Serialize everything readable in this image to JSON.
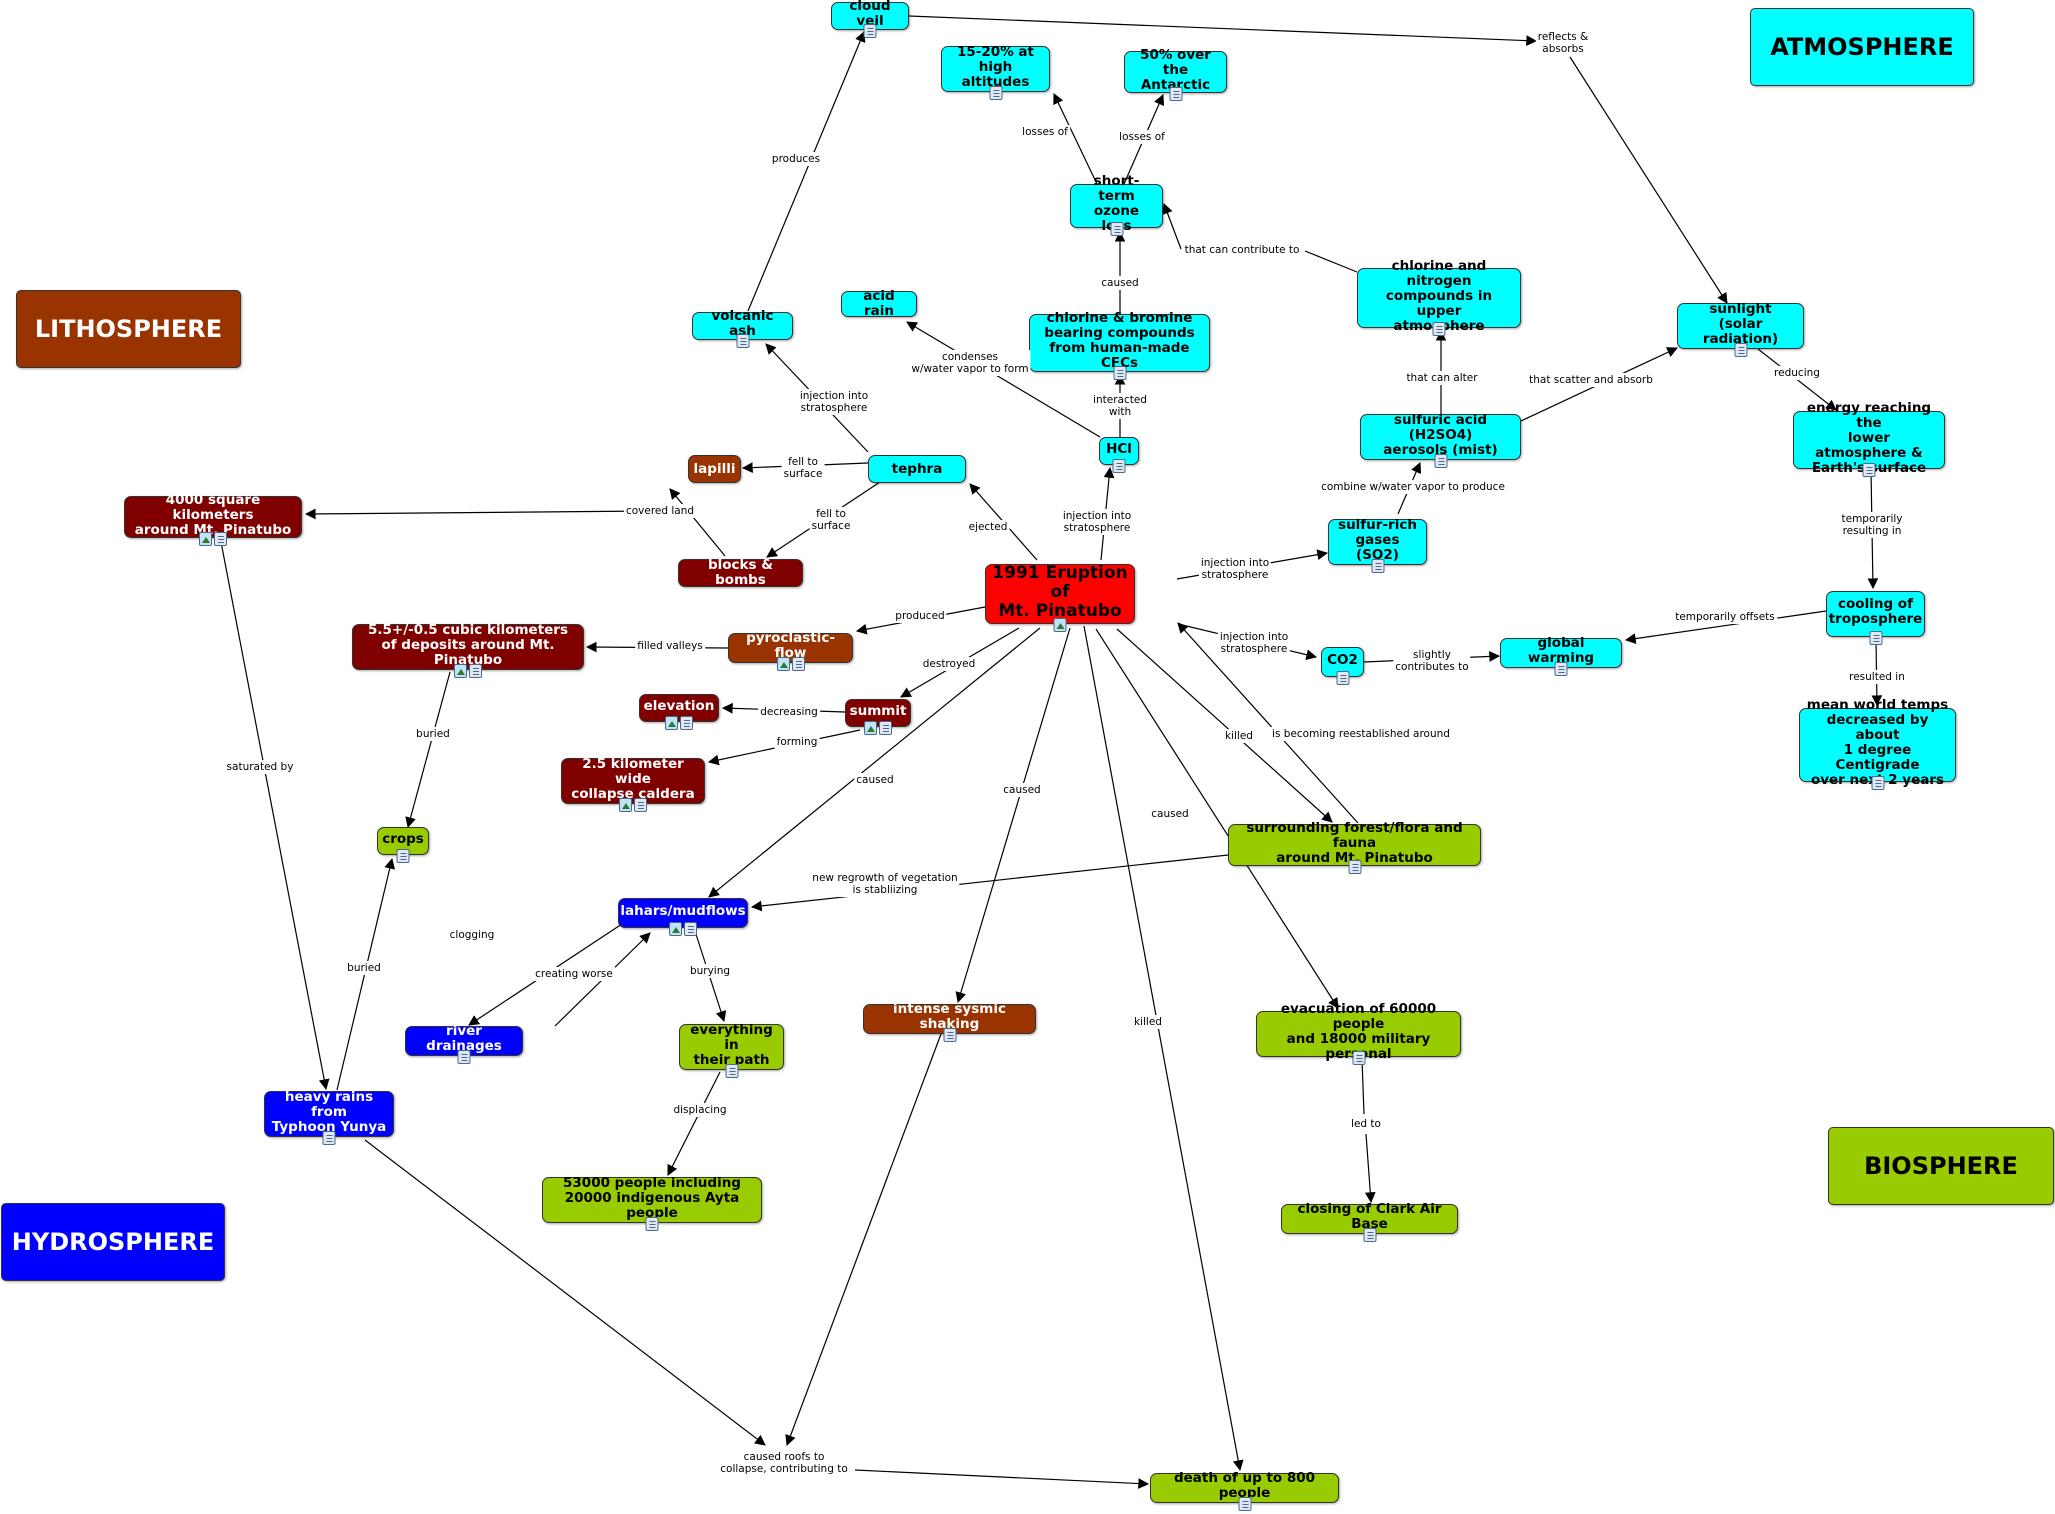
{
  "colors": {
    "atmosphere": "#00ffff",
    "lithosphere_dark": "#993300",
    "lithosphere_deep": "#800000",
    "hydrosphere": "#0000ff",
    "biosphere": "#99cc00",
    "eruption": "#ff0000",
    "link": "#000000"
  },
  "nodes": [
    {
      "id": "atmosphere",
      "text": "ATMOSPHERE",
      "style": "cyan sphere",
      "icons": []
    },
    {
      "id": "lithosphere",
      "text": "LITHOSPHERE",
      "style": "brown sphere",
      "icons": []
    },
    {
      "id": "hydrosphere",
      "text": "HYDROSPHERE",
      "style": "blue sphere",
      "icons": []
    },
    {
      "id": "biosphere",
      "text": "BIOSPHERE",
      "style": "green sphere",
      "icons": []
    },
    {
      "id": "cloud-veil",
      "text": "cloud veil",
      "style": "cyan",
      "icons": [
        "doc"
      ]
    },
    {
      "id": "high-altitudes",
      "text": "15-20% at\nhigh altitudes",
      "style": "cyan",
      "icons": [
        "doc"
      ]
    },
    {
      "id": "antarctic",
      "text": "50% over\nthe Antarctic",
      "style": "cyan",
      "icons": [
        "doc"
      ]
    },
    {
      "id": "ozone-loss",
      "text": "short-term\nozone loss",
      "style": "cyan",
      "icons": [
        "doc"
      ]
    },
    {
      "id": "acid-rain",
      "text": "acid rain",
      "style": "cyan",
      "icons": []
    },
    {
      "id": "volcanic-ash",
      "text": "volcanic ash",
      "style": "cyan",
      "icons": [
        "doc"
      ]
    },
    {
      "id": "cfcs",
      "text": "chlorine & bromine\nbearing compounds\nfrom human-made CFCs",
      "style": "cyan",
      "icons": [
        "doc"
      ]
    },
    {
      "id": "chlorine-nitrogen",
      "text": "chlorine and nitrogen\ncompounds in upper\natmosphere",
      "style": "cyan",
      "icons": [
        "doc"
      ]
    },
    {
      "id": "sunlight",
      "text": "sunlight\n(solar radiation)",
      "style": "cyan",
      "icons": [
        "doc"
      ]
    },
    {
      "id": "energy",
      "text": "energy reaching the\nlower atmosphere &\nEarth's surface",
      "style": "cyan",
      "icons": [
        "doc"
      ]
    },
    {
      "id": "hcl",
      "text": "HCl",
      "style": "cyan",
      "icons": [
        "doc"
      ]
    },
    {
      "id": "sulfuric",
      "text": "sulfuric acid (H2SO4)\naerosols (mist)",
      "style": "cyan",
      "icons": [
        "doc"
      ]
    },
    {
      "id": "tephra",
      "text": "tephra",
      "style": "cyan",
      "icons": []
    },
    {
      "id": "sulfur",
      "text": "sulfur-rich\ngases (SO2)",
      "style": "cyan",
      "icons": [
        "doc"
      ]
    },
    {
      "id": "co2",
      "text": "CO2",
      "style": "cyan",
      "icons": [
        "doc"
      ]
    },
    {
      "id": "global-warming",
      "text": "global warming",
      "style": "cyan",
      "icons": [
        "doc"
      ]
    },
    {
      "id": "cooling",
      "text": "cooling of\ntroposphere",
      "style": "cyan",
      "icons": [
        "doc"
      ]
    },
    {
      "id": "mean-temps",
      "text": "mean world temps\ndecreased by about\n1 degree Centigrade\nover next 2 years",
      "style": "cyan",
      "icons": [
        "doc"
      ]
    },
    {
      "id": "lapilli",
      "text": "lapilli",
      "style": "brown",
      "icons": []
    },
    {
      "id": "blocks",
      "text": "blocks & bombs",
      "style": "maroon",
      "icons": []
    },
    {
      "id": "sq-km",
      "text": "4000 square kilometers\naround Mt. Pinatubo",
      "style": "maroon",
      "icons": [
        "img",
        "doc"
      ]
    },
    {
      "id": "eruption",
      "text": "1991 Eruption of\nMt. Pinatubo",
      "style": "red",
      "icons": [
        "img"
      ]
    },
    {
      "id": "cubic-km",
      "text": "5.5+/-0.5 cubic kilometers\nof deposits around Mt. Pinatubo",
      "style": "maroon",
      "icons": [
        "img",
        "doc"
      ]
    },
    {
      "id": "pyroclastic",
      "text": "pyroclastic-flow",
      "style": "brown",
      "icons": [
        "img",
        "doc"
      ]
    },
    {
      "id": "elevation",
      "text": "elevation",
      "style": "maroon",
      "icons": [
        "img",
        "doc"
      ]
    },
    {
      "id": "summit",
      "text": "summit",
      "style": "maroon",
      "icons": [
        "img",
        "doc"
      ]
    },
    {
      "id": "caldera",
      "text": "2.5 kilometer wide\ncollapse caldera",
      "style": "maroon",
      "icons": [
        "img",
        "doc"
      ]
    },
    {
      "id": "crops",
      "text": "crops",
      "style": "green",
      "icons": [
        "doc"
      ]
    },
    {
      "id": "forest",
      "text": "surrounding forest/flora and fauna\naround Mt. Pinatubo",
      "style": "green",
      "icons": [
        "doc"
      ]
    },
    {
      "id": "lahars",
      "text": "lahars/mudflows",
      "style": "blue",
      "icons": [
        "img",
        "doc"
      ]
    },
    {
      "id": "river",
      "text": "river drainages",
      "style": "blue",
      "icons": [
        "doc"
      ]
    },
    {
      "id": "everything",
      "text": "everything in\ntheir path",
      "style": "green",
      "icons": [
        "doc"
      ]
    },
    {
      "id": "shaking",
      "text": "intense sysmic shaking",
      "style": "brown",
      "icons": [
        "doc"
      ]
    },
    {
      "id": "evacuation",
      "text": "evacuation of 60000 people\nand 18000 military personal",
      "style": "green",
      "icons": [
        "doc"
      ]
    },
    {
      "id": "typhoon",
      "text": "heavy rains from\nTyphoon Yunya",
      "style": "blue",
      "icons": [
        "doc"
      ]
    },
    {
      "id": "people-53000",
      "text": "53000 people including\n20000 indigenous Ayta people",
      "style": "green",
      "icons": [
        "doc"
      ]
    },
    {
      "id": "clark",
      "text": "closing of Clark Air Base",
      "style": "green",
      "icons": [
        "doc"
      ]
    },
    {
      "id": "death",
      "text": "death of up to 800 people",
      "style": "green",
      "icons": [
        "doc"
      ]
    }
  ],
  "link_labels": [
    {
      "id": "produces",
      "text": "produces"
    },
    {
      "id": "reflects",
      "text": "reflects &\nabsorbs"
    },
    {
      "id": "losses1",
      "text": "losses of"
    },
    {
      "id": "losses2",
      "text": "losses of"
    },
    {
      "id": "contribute",
      "text": "that can contribute to"
    },
    {
      "id": "caused-ozone",
      "text": "caused"
    },
    {
      "id": "condenses",
      "text": "condenses\nw/water vapor to form"
    },
    {
      "id": "interacted",
      "text": "interacted\nwith"
    },
    {
      "id": "can-alter",
      "text": "that can alter"
    },
    {
      "id": "scatter",
      "text": "that scatter and absorb"
    },
    {
      "id": "reducing",
      "text": "reducing"
    },
    {
      "id": "inj-strat-ash",
      "text": "injection into\nstratosphere"
    },
    {
      "id": "fell1",
      "text": "fell to\nsurface"
    },
    {
      "id": "covered",
      "text": "covered land"
    },
    {
      "id": "fell2",
      "text": "fell to\nsurface"
    },
    {
      "id": "ejected",
      "text": "ejected"
    },
    {
      "id": "inj-strat-hcl",
      "text": "injection into\nstratosphere"
    },
    {
      "id": "combine",
      "text": "combine w/water vapor to produce"
    },
    {
      "id": "inj-strat-so2",
      "text": "injection into\nstratosphere"
    },
    {
      "id": "temp-resulting",
      "text": "temporarily\nresulting in"
    },
    {
      "id": "temp-offsets",
      "text": "temporarily offsets"
    },
    {
      "id": "inj-strat-co2",
      "text": "injection into\nstratosphere"
    },
    {
      "id": "slightly",
      "text": "slightly\ncontributes to"
    },
    {
      "id": "resulted",
      "text": "resulted in"
    },
    {
      "id": "produced",
      "text": "produced"
    },
    {
      "id": "filled",
      "text": "filled valleys"
    },
    {
      "id": "destroyed",
      "text": "destroyed"
    },
    {
      "id": "decreasing",
      "text": "decreasing"
    },
    {
      "id": "forming",
      "text": "forming"
    },
    {
      "id": "buried1",
      "text": "buried"
    },
    {
      "id": "saturated",
      "text": "saturated by"
    },
    {
      "id": "caused-lahars",
      "text": "caused"
    },
    {
      "id": "killed-forest",
      "text": "killed"
    },
    {
      "id": "reestablished",
      "text": "is becoming reestablished around"
    },
    {
      "id": "caused-evac",
      "text": "caused"
    },
    {
      "id": "caused-shaking",
      "text": "caused"
    },
    {
      "id": "regrowth",
      "text": "new regrowth of vegetation\nis stabliizing"
    },
    {
      "id": "clogging",
      "text": "clogging"
    },
    {
      "id": "creating",
      "text": "creating worse"
    },
    {
      "id": "burying",
      "text": "burying"
    },
    {
      "id": "buried2",
      "text": "buried"
    },
    {
      "id": "killed-death",
      "text": "killed"
    },
    {
      "id": "displacing",
      "text": "displacing"
    },
    {
      "id": "led-to",
      "text": "led to"
    },
    {
      "id": "roofs",
      "text": "caused roofs to\ncollapse, contributing to"
    }
  ]
}
